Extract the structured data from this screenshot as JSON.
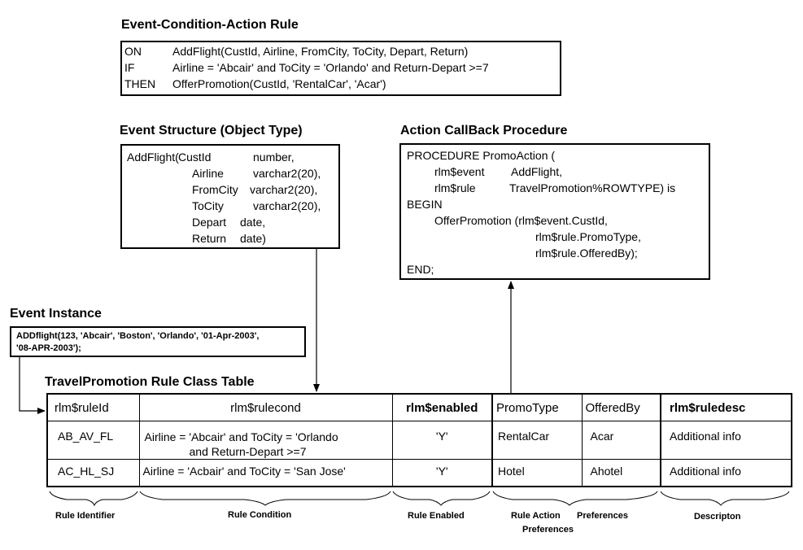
{
  "eca": {
    "heading": "Event-Condition-Action Rule",
    "rows": [
      {
        "kw": "ON",
        "text": "AddFlight(CustId, Airline, FromCity, ToCity, Depart, Return)"
      },
      {
        "kw": "IF",
        "text": "Airline = 'Abcair' and ToCity = 'Orlando' and Return-Depart >=7"
      },
      {
        "kw": "THEN",
        "text": "OfferPromotion(CustId, 'RentalCar', 'Acar')"
      }
    ]
  },
  "event_structure": {
    "heading": "Event Structure (Object Type)",
    "first_line_prefix": "AddFlight(",
    "rows": [
      {
        "name": "CustId",
        "type": "number,"
      },
      {
        "name": "Airline",
        "type": "varchar2(20),"
      },
      {
        "name": "FromCity",
        "type": "varchar2(20),"
      },
      {
        "name": "ToCity",
        "type": "varchar2(20),"
      },
      {
        "name": "Depart",
        "type": "date,"
      },
      {
        "name": "Return",
        "type": "date)"
      }
    ]
  },
  "action": {
    "heading": "Action CallBack Procedure",
    "lines": [
      "PROCEDURE PromoAction (",
      "rlm$event",
      "AddFlight,",
      "rlm$rule",
      "TravelPromotion%ROWTYPE) is",
      "BEGIN",
      "OfferPromotion (rlm$event.CustId,",
      "rlm$rule.PromoType,",
      "rlm$rule.OfferedBy);",
      "END;"
    ]
  },
  "event_instance": {
    "heading": "Event Instance",
    "line1": "ADDflight(123, 'Abcair', 'Boston', 'Orlando', '01-Apr-2003',",
    "line2": "'08-APR-2003');"
  },
  "table": {
    "heading": "TravelPromotion Rule Class Table",
    "columns": [
      "rlm$ruleId",
      "rlm$rulecond",
      "rlm$enabled",
      "PromoType",
      "OfferedBy",
      "rlm$ruledesc"
    ],
    "rows": [
      {
        "id": "AB_AV_FL",
        "cond1": "Airline = 'Abcair' and ToCity = 'Orlando",
        "cond2": "and Return-Depart >=7",
        "enabled": "'Y'",
        "promo": "RentalCar",
        "offered": "Acar",
        "desc": "Additional info"
      },
      {
        "id": "AC_HL_SJ",
        "cond1": "Airline = 'Acbair' and ToCity = 'San Jose'",
        "cond2": "",
        "enabled": "'Y'",
        "promo": "Hotel",
        "offered": "Ahotel",
        "desc": "Additional info"
      }
    ],
    "footers": {
      "rule_identifier": "Rule Identifier",
      "rule_condition": "Rule Condition",
      "rule_enabled": "Rule Enabled",
      "rule_action_1": "Rule Action",
      "preferences_a": "Preferences",
      "preferences_b": "Preferences",
      "description": "Descripton"
    }
  }
}
